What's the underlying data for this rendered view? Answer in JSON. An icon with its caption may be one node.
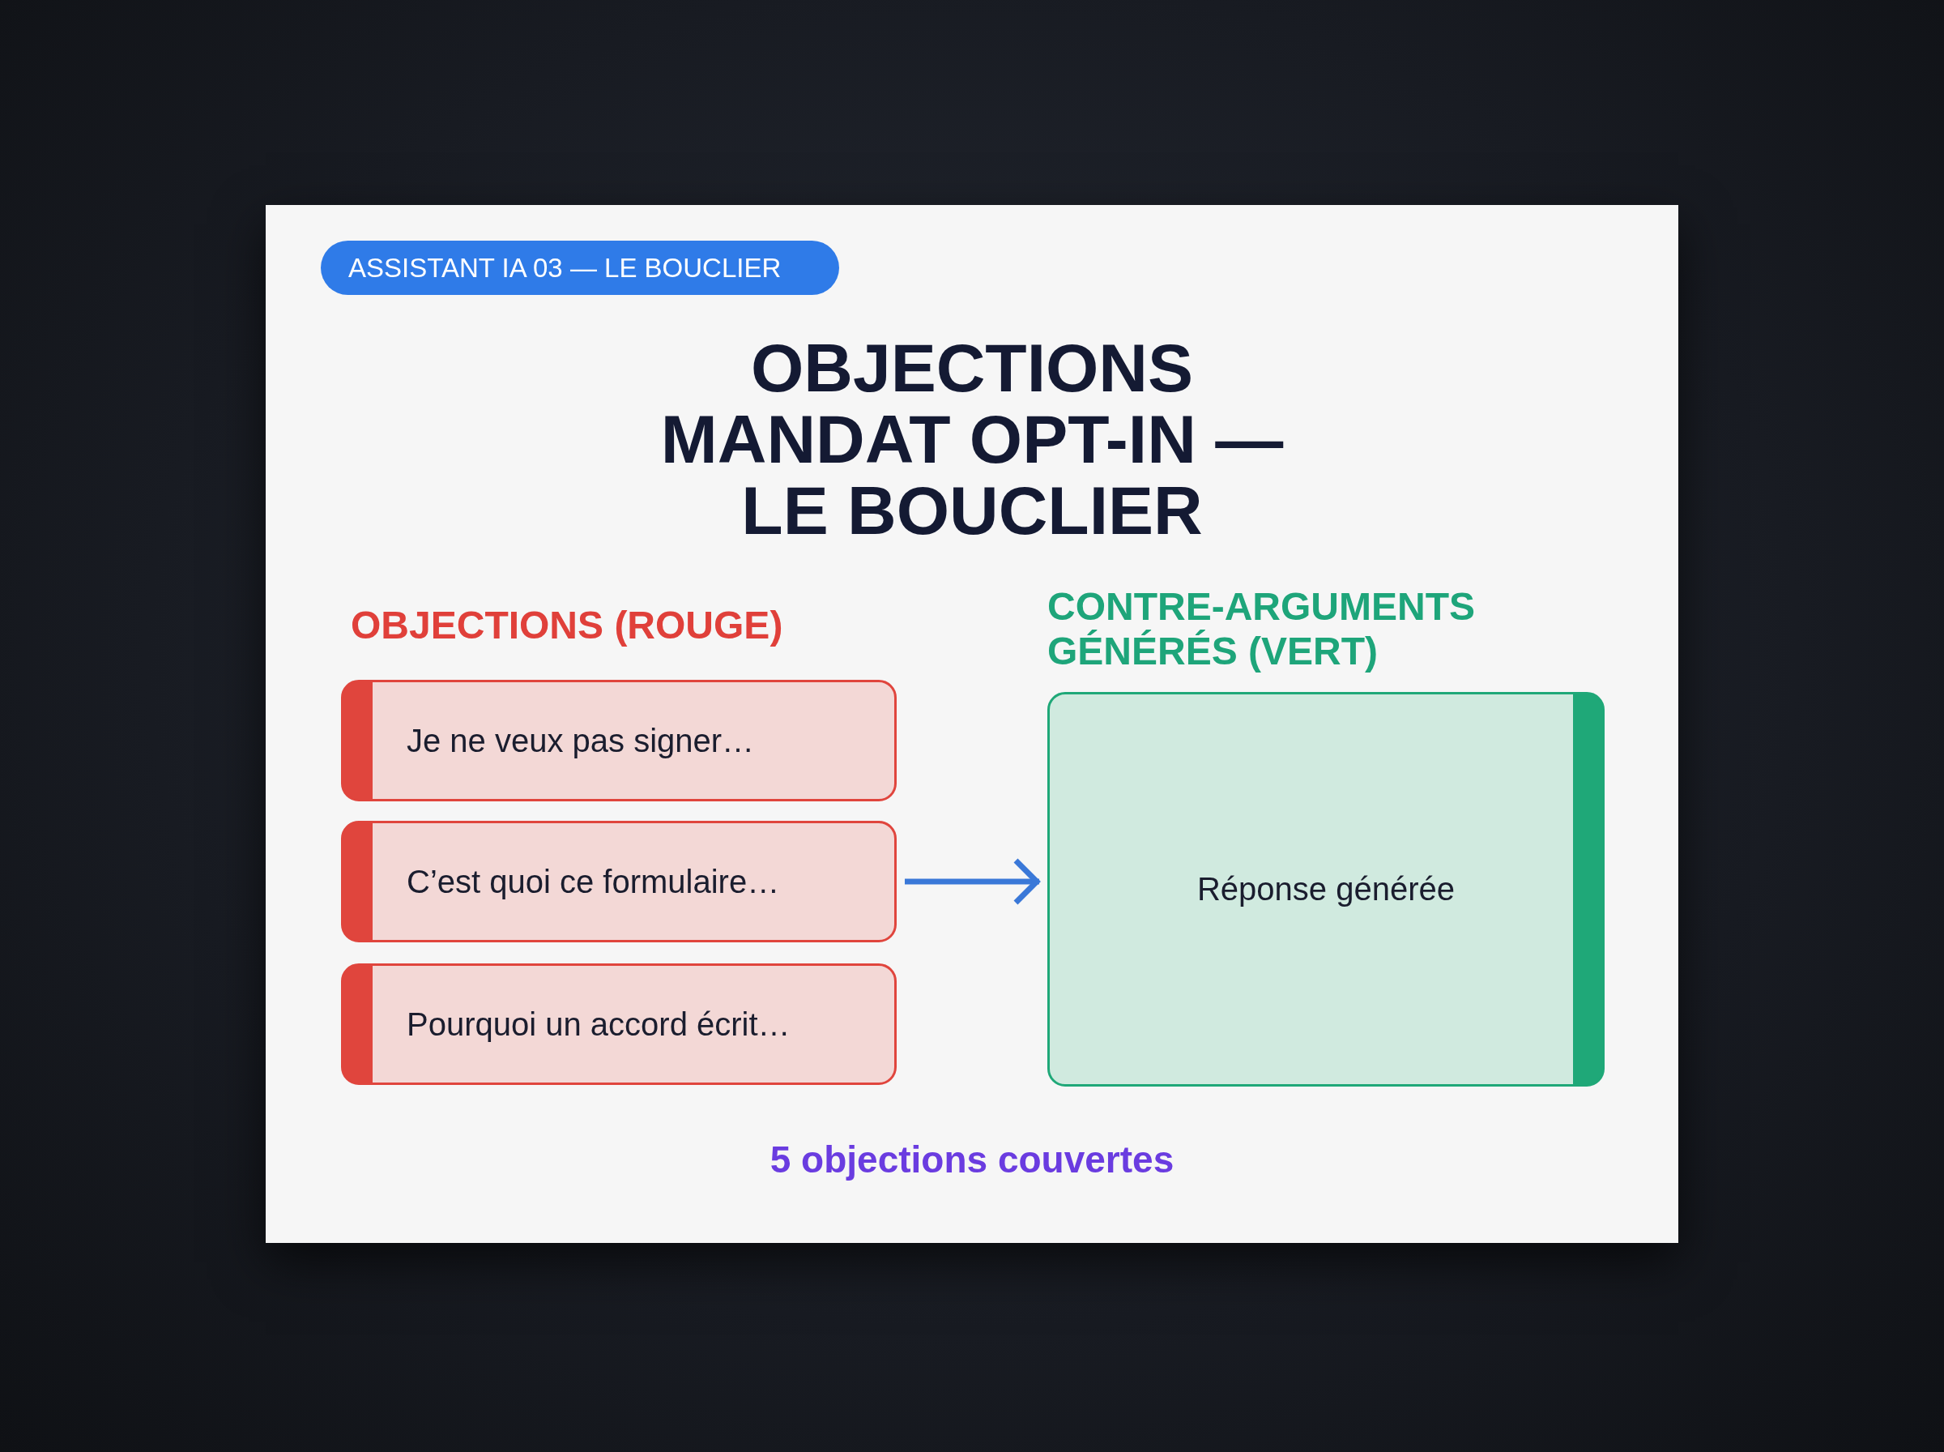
{
  "diagram": {
    "title": "OBJECTIONS MANDAT OPT-IN — LE BOUCLIER",
    "nodes": [
      {
        "text": [
          "ASSISTANT IA 03 — LE BOUCLIER"
        ]
      },
      {
        "text": [
          "Je ne veux pas signer…"
        ]
      },
      {
        "text": [
          "C’est quoi ce formulaire…"
        ]
      },
      {
        "text": [
          "Pourquoi un accord écrit…"
        ]
      },
      {
        "text": [
          "Réponse générée"
        ]
      }
    ],
    "edges": [
      {
        "from": 2,
        "to": 4,
        "arrow": "to"
      }
    ],
    "labels": [
      "OBJECTIONS (ROUGE)",
      "CONTRE-ARGUMENTS GÉNÉRÉS (VERT)",
      "5 objections couvertes"
    ]
  }
}
